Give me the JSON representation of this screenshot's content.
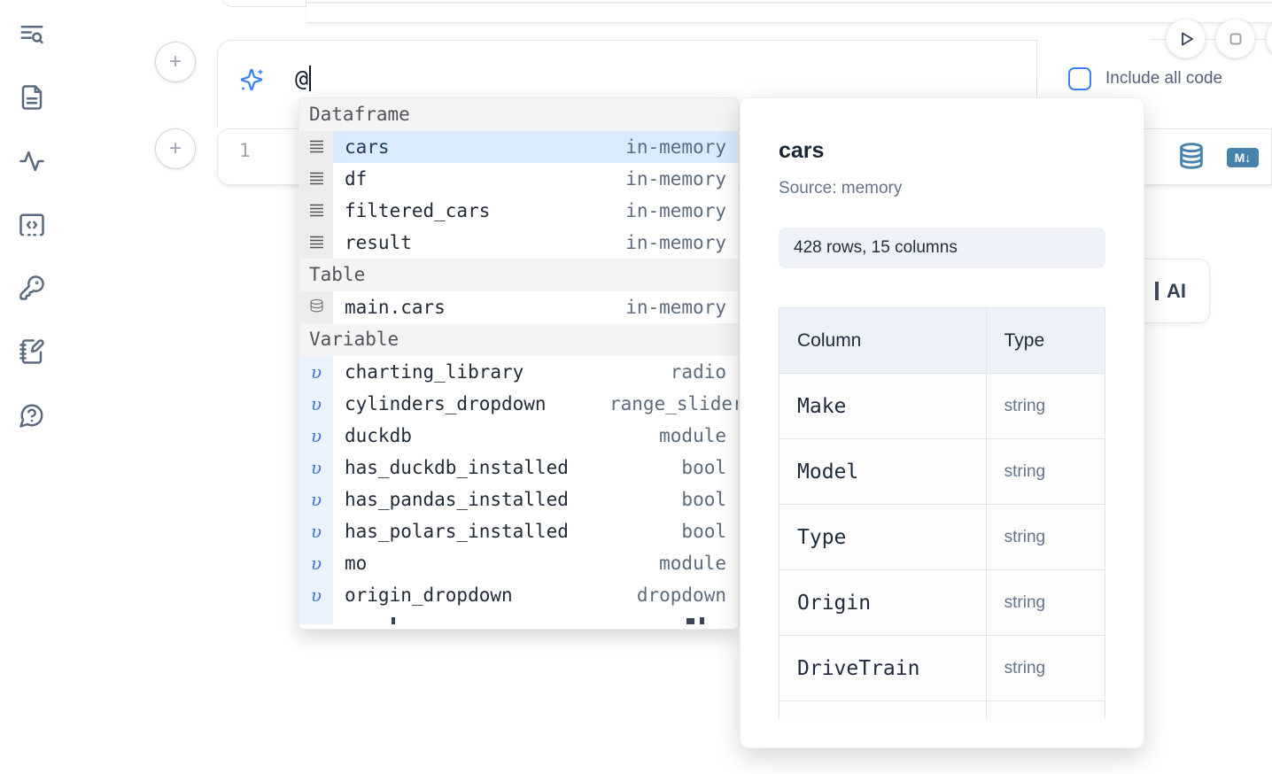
{
  "icons": {
    "plus": "+",
    "variable_glyph": "υ",
    "markdown_badge": "M↓"
  },
  "sidebar": {
    "icons": [
      "text-search",
      "file-text",
      "activity",
      "snippets-code",
      "key",
      "notebook-pen",
      "help-chat"
    ]
  },
  "prompt": {
    "value": "@",
    "include_all_code_label": "Include all code",
    "checkbox_checked": false
  },
  "cell": {
    "line_number": "1"
  },
  "ai_button": {
    "visible_label": "AI"
  },
  "autocomplete": {
    "sections": [
      {
        "label": "Dataframe",
        "items": [
          {
            "name": "cars",
            "type": "in-memory",
            "selected": true
          },
          {
            "name": "df",
            "type": "in-memory"
          },
          {
            "name": "filtered_cars",
            "type": "in-memory"
          },
          {
            "name": "result",
            "type": "in-memory"
          }
        ]
      },
      {
        "label": "Table",
        "items": [
          {
            "name": "main.cars",
            "type": "in-memory"
          }
        ]
      },
      {
        "label": "Variable",
        "items": [
          {
            "name": "charting_library",
            "type": "radio"
          },
          {
            "name": "cylinders_dropdown",
            "type": "range_slider"
          },
          {
            "name": "duckdb",
            "type": "module"
          },
          {
            "name": "has_duckdb_installed",
            "type": "bool"
          },
          {
            "name": "has_pandas_installed",
            "type": "bool"
          },
          {
            "name": "has_polars_installed",
            "type": "bool"
          },
          {
            "name": "mo",
            "type": "module"
          },
          {
            "name": "origin_dropdown",
            "type": "dropdown"
          }
        ]
      }
    ],
    "clipped_row_visible": true
  },
  "popup": {
    "title": "cars",
    "source": "Source: memory",
    "stats": "428 rows, 15 columns",
    "table": {
      "headers": [
        "Column",
        "Type"
      ],
      "rows": [
        [
          "Make",
          "string"
        ],
        [
          "Model",
          "string"
        ],
        [
          "Type",
          "string"
        ],
        [
          "Origin",
          "string"
        ],
        [
          "DriveTrain",
          "string"
        ]
      ],
      "clipped_row_visible": true
    }
  }
}
